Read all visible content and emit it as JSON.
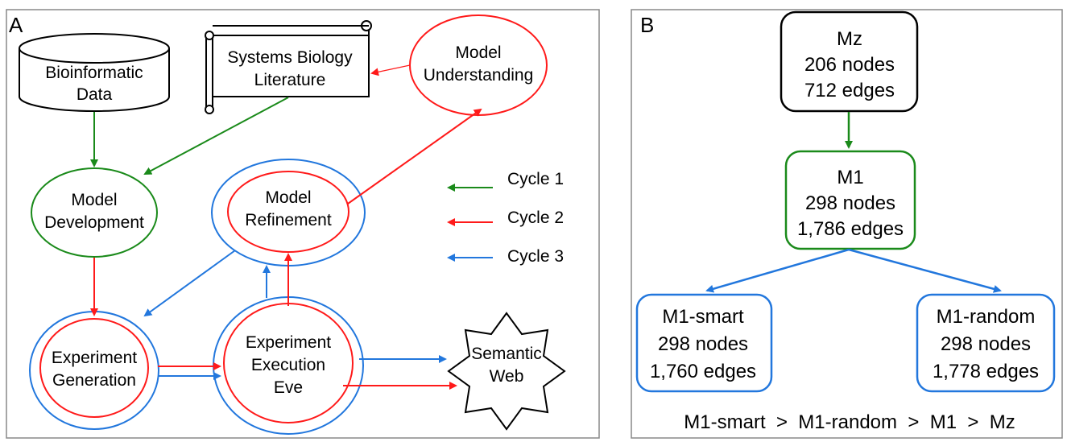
{
  "panel_a": {
    "label": "A",
    "nodes": {
      "bioinformatic_data": [
        "Bioinformatic",
        "Data"
      ],
      "systems_biology_literature": [
        "Systems Biology",
        "Literature"
      ],
      "model_understanding": [
        "Model",
        "Understanding"
      ],
      "model_development": [
        "Model",
        "Development"
      ],
      "model_refinement": [
        "Model",
        "Refinement"
      ],
      "experiment_generation": [
        "Experiment",
        "Generation"
      ],
      "experiment_execution": [
        "Experiment",
        "Execution",
        "Eve"
      ],
      "semantic_web": [
        "Semantic",
        "Web"
      ]
    },
    "legend": [
      {
        "label": "Cycle 1",
        "color": "#1a8a1a"
      },
      {
        "label": "Cycle 2",
        "color": "#ff1a1a"
      },
      {
        "label": "Cycle 3",
        "color": "#2277dd"
      }
    ]
  },
  "panel_b": {
    "label": "B",
    "nodes": {
      "mz": [
        "Mz",
        "206 nodes",
        "712 edges"
      ],
      "m1": [
        "M1",
        "298 nodes",
        "1,786 edges"
      ],
      "m1_smart": [
        "M1-smart",
        "298 nodes",
        "1,760 edges"
      ],
      "m1_random": [
        "M1-random",
        "298 nodes",
        "1,778 edges"
      ]
    },
    "ranking": "M1-smart  >  M1-random  >  M1  >  Mz"
  },
  "colors": {
    "green": "#1a8a1a",
    "red": "#ff1a1a",
    "blue": "#2277dd",
    "black": "#000000"
  }
}
